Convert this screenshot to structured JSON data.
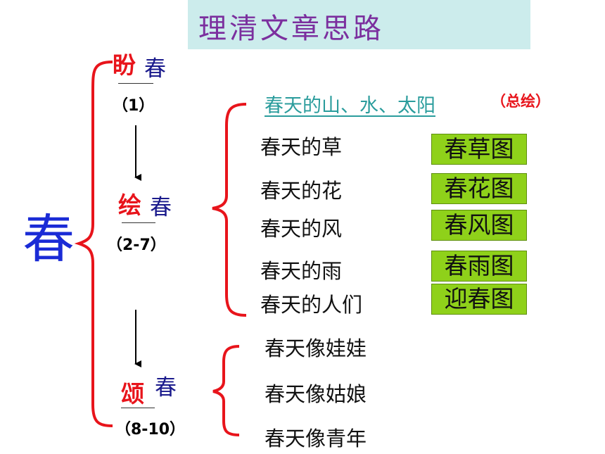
{
  "title": "理清文章思路",
  "main_topic": "春",
  "stages": [
    {
      "key": "盼",
      "suffix": "春",
      "range": "（1）"
    },
    {
      "key": "绘",
      "suffix": "春",
      "range": "（2-7）"
    },
    {
      "key": "颂",
      "suffix": "春",
      "range": "（8-10）"
    }
  ],
  "paint": {
    "summary": "春天的山、水、太阳",
    "summary_note": "（总绘）",
    "items": [
      "春天的草",
      "春天的花",
      "春天的风",
      "春天的雨",
      "春天的人们"
    ],
    "pictures": [
      "春草图",
      "春花图",
      "春风图",
      "春雨图",
      "迎春图"
    ]
  },
  "praise": {
    "items": [
      "春天像娃娃",
      "春天像姑娘",
      "春天像青年"
    ]
  },
  "colors": {
    "title_bg": "#ccecec",
    "title_text": "#7b2f9e",
    "main_topic": "#1a2bd6",
    "key_char": "#e8141b",
    "bracket": "#e8141b",
    "summary_text": "#2a9c9c",
    "picture_bg": "#8fd11a"
  }
}
